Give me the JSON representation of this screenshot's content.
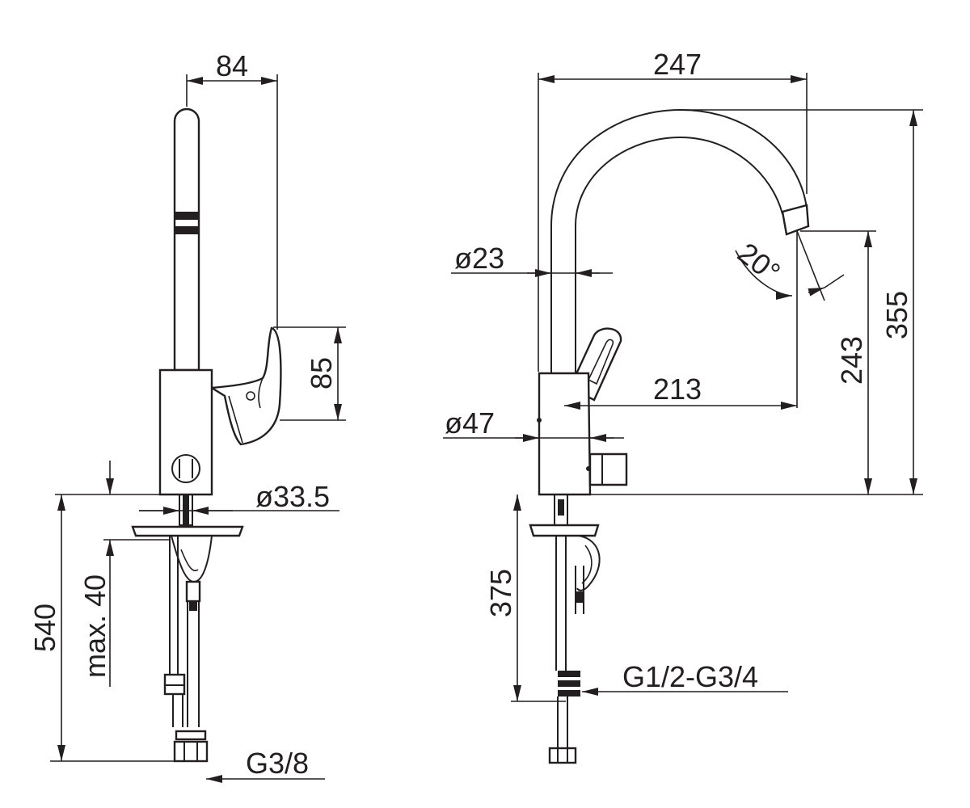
{
  "drawing": {
    "views": {
      "side": {
        "dims": {
          "spout_offset": "84",
          "lever_height": "85",
          "body_diameter": "ø33.5",
          "deck_thickness": "max. 40",
          "hose_length": "540",
          "hose_thread": "G3/8"
        }
      },
      "front": {
        "dims": {
          "reach": "247",
          "spout_diameter": "ø23",
          "body_diameter": "ø47",
          "spout_angle": "20°",
          "outlet_reach": "213",
          "outlet_height": "243",
          "total_height": "355",
          "hose_length": "375",
          "hose_thread": "G1/2-G3/4"
        }
      }
    }
  }
}
